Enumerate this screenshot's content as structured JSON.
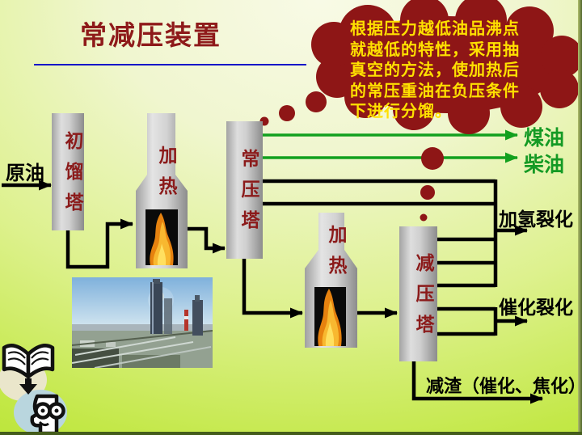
{
  "slide": {
    "title": "常减压装置",
    "callout": {
      "lines": [
        "根据压力越低油品沸点",
        "就越低的特性，采用抽",
        "真空的方法，使加热后",
        "的常压重油在负压条件",
        "下进行分馏。"
      ]
    },
    "diagram": {
      "feed_label": "原油",
      "towers": [
        {
          "label": "初馏塔"
        },
        {
          "label": "常压塔"
        },
        {
          "label": "减压塔"
        }
      ],
      "heaters": [
        {
          "label": "加热"
        },
        {
          "label": "加热"
        }
      ],
      "outputs": [
        {
          "label": "煤油"
        },
        {
          "label": "柴油"
        },
        {
          "label": "加氢裂化"
        },
        {
          "label": "催化裂化"
        },
        {
          "label": "减渣（催化、焦化）"
        }
      ]
    },
    "colors": {
      "maroon_bubble": "#8E1616",
      "callout_text": "#FFE000",
      "title_text": "#8E1A1A",
      "green_line": "#12A01E",
      "green_text": "#149A24",
      "underline_blue": "#1414C8",
      "pipe_black": "#000000"
    }
  }
}
